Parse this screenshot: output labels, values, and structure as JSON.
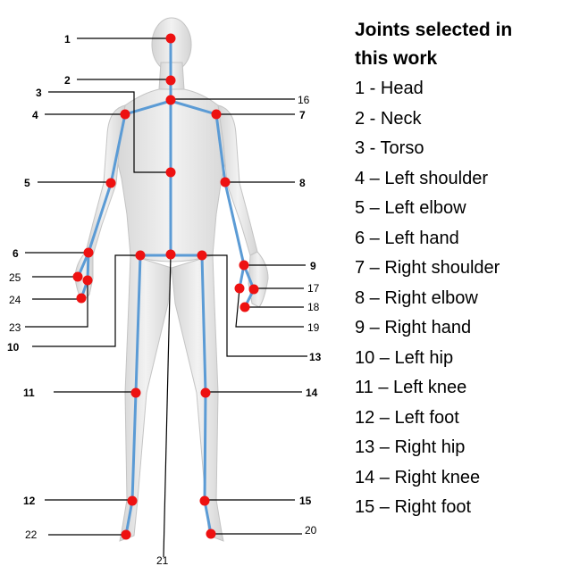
{
  "legend": {
    "title_line1": "Joints selected in",
    "title_line2": "this work",
    "items": [
      "1 - Head",
      "2 - Neck",
      "3 - Torso",
      "4 – Left shoulder",
      "5 – Left elbow",
      "6 – Left hand",
      "7 – Right shoulder",
      "8 – Right elbow",
      "9 – Right hand",
      "10 – Left hip",
      "11 – Left knee",
      "12 – Left foot",
      "13 – Right hip",
      "14 – Right knee",
      "15 – Right foot"
    ]
  },
  "joint_labels": {
    "j1": "1",
    "j2": "2",
    "j3": "3",
    "j4": "4",
    "j5": "5",
    "j6": "6",
    "j7": "7",
    "j8": "8",
    "j9": "9",
    "j10": "10",
    "j11": "11",
    "j12": "12",
    "j13": "13",
    "j14": "14",
    "j15": "15",
    "j16": "16",
    "j17": "17",
    "j18": "18",
    "j19": "19",
    "j20": "20",
    "j21": "21",
    "j22": "22",
    "j23": "23",
    "j24": "24",
    "j25": "25"
  },
  "colors": {
    "joint": "#ee1111",
    "skeleton": "#5b9bd5",
    "body_fill": "#e9e9e9",
    "body_stroke": "#c8c8c8"
  }
}
